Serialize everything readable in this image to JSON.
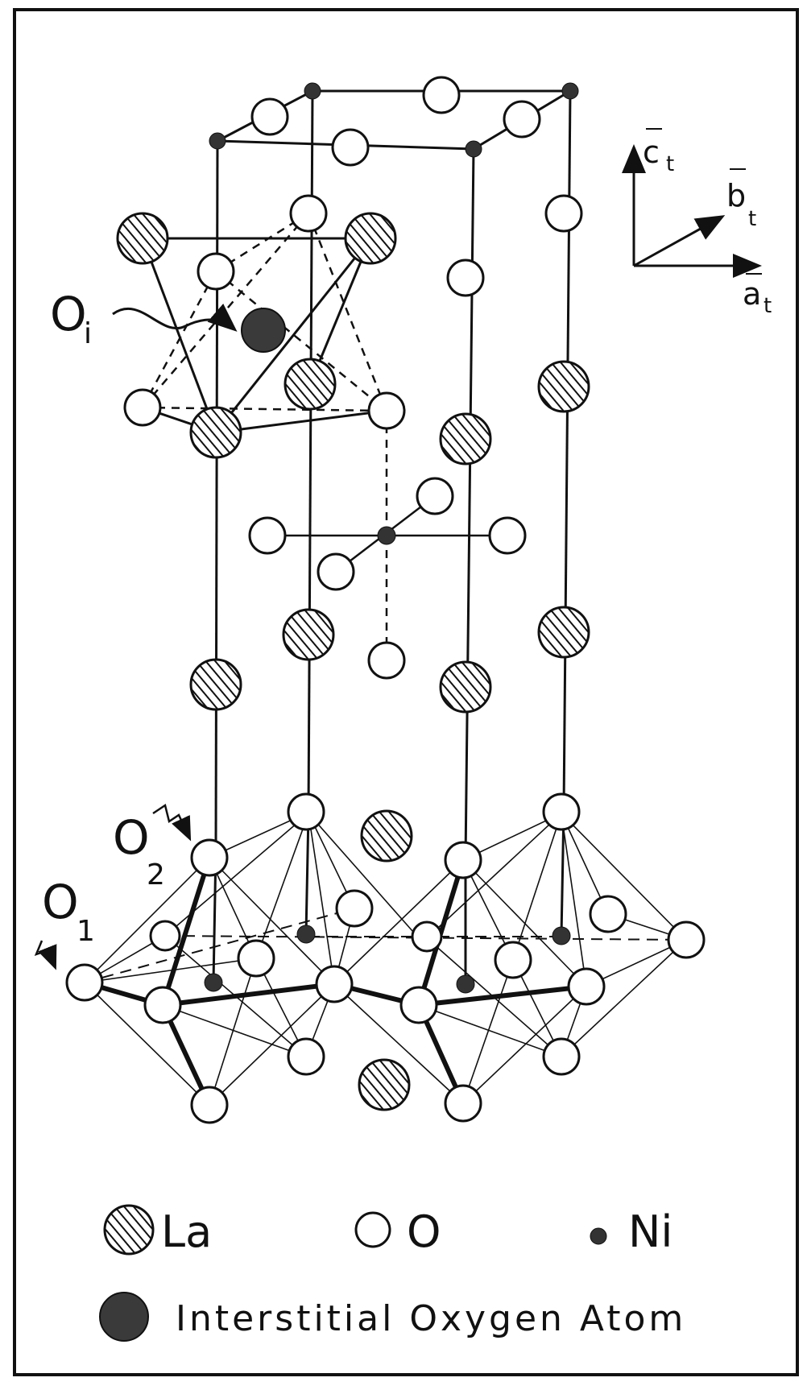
{
  "labels": {
    "oi": {
      "main": "O",
      "sub": "i"
    },
    "o2": {
      "main": "O",
      "sub": "2"
    },
    "o1": {
      "main": "O",
      "sub": "1"
    }
  },
  "axes": {
    "c": {
      "main": "c",
      "sub": "t"
    },
    "b": {
      "main": "b",
      "sub": "t"
    },
    "a": {
      "main": "a",
      "sub": "t"
    }
  },
  "legend": {
    "la": "La",
    "o": "O",
    "ni": "Ni",
    "interstitial": "Interstitial Oxygen Atom"
  },
  "colors": {
    "line": "#111111",
    "ni": "#333333",
    "interstitial": "#3a3a3a",
    "background": "#ffffff"
  }
}
